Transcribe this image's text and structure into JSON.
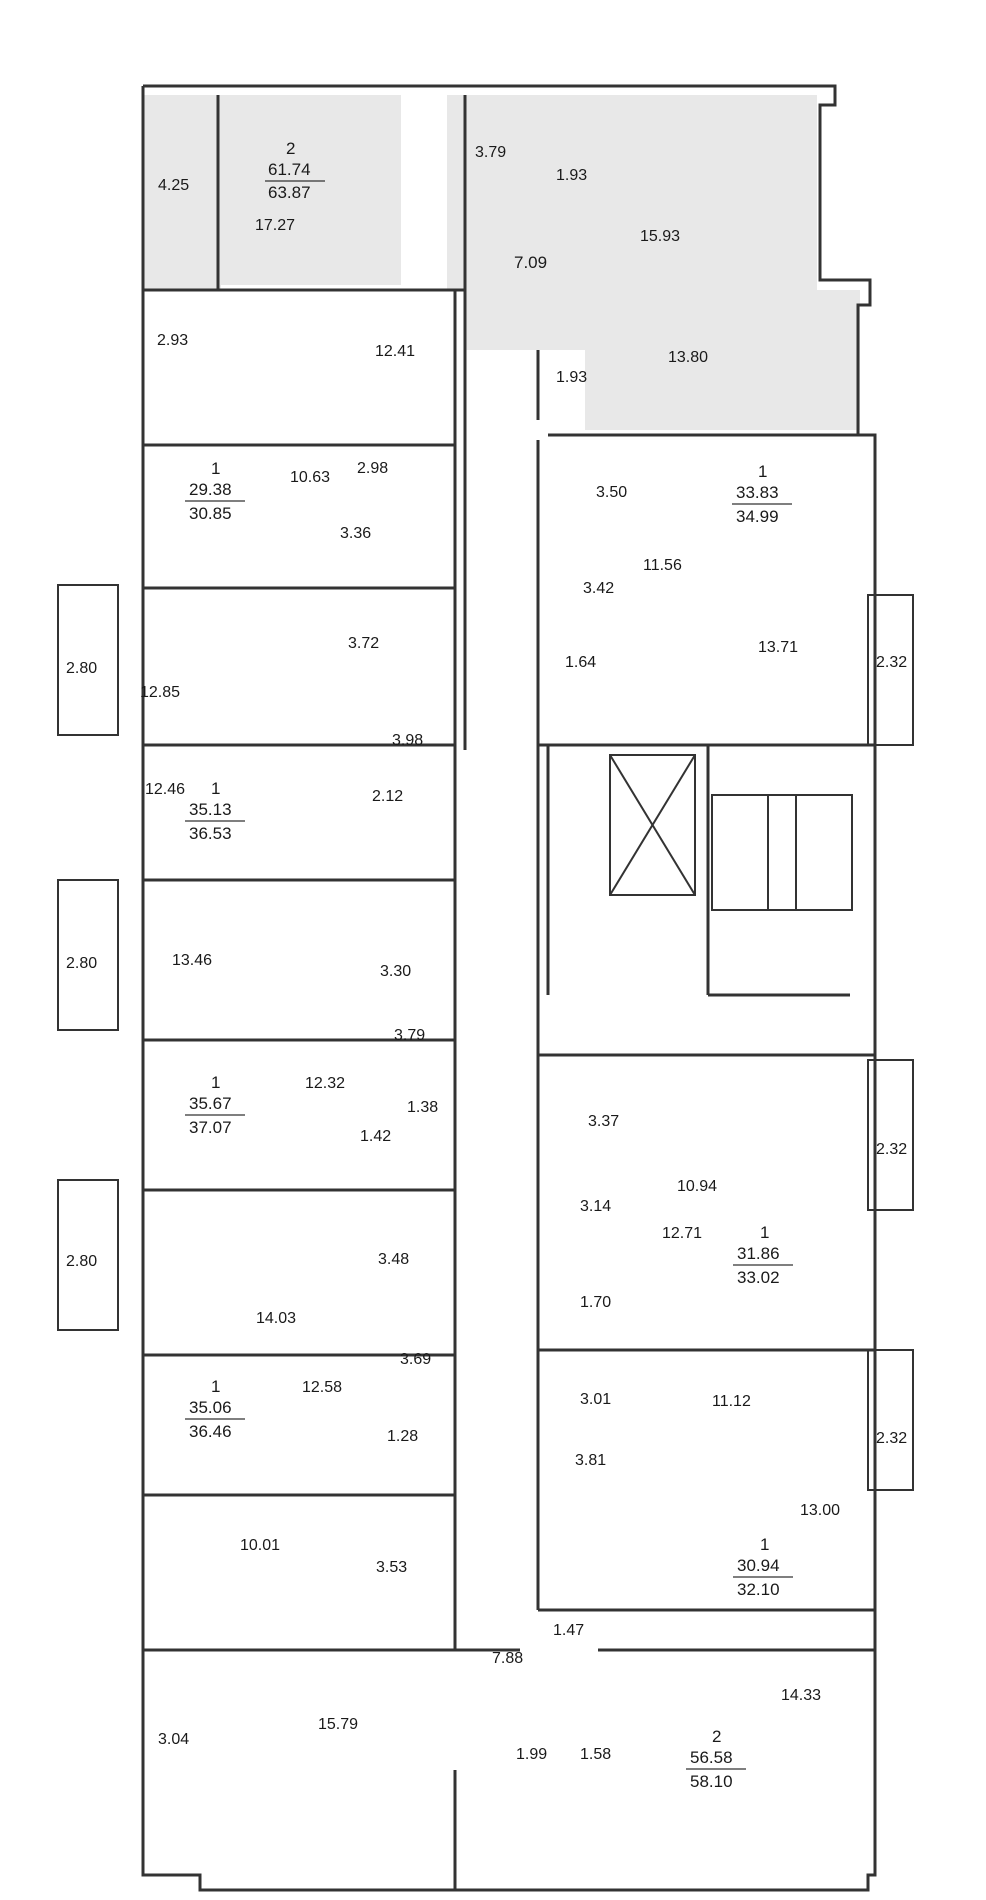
{
  "colors": {
    "highlight": "#e8e8e8",
    "wall": "#333333",
    "background": "#ffffff"
  },
  "apartments": [
    {
      "id": "a1",
      "rooms": "2",
      "living": "61.74",
      "total": "63.87"
    },
    {
      "id": "a2",
      "rooms": "1",
      "living": "29.38",
      "total": "30.85"
    },
    {
      "id": "a3",
      "rooms": "1",
      "living": "33.83",
      "total": "34.99"
    },
    {
      "id": "a4",
      "rooms": "1",
      "living": "35.13",
      "total": "36.53"
    },
    {
      "id": "a5",
      "rooms": "1",
      "living": "35.67",
      "total": "37.07"
    },
    {
      "id": "a6",
      "rooms": "1",
      "living": "31.86",
      "total": "33.02"
    },
    {
      "id": "a7",
      "rooms": "1",
      "living": "35.06",
      "total": "36.46"
    },
    {
      "id": "a8",
      "rooms": "1",
      "living": "30.94",
      "total": "32.10"
    },
    {
      "id": "a9",
      "rooms": "2",
      "living": "56.58",
      "total": "58.10"
    }
  ],
  "areas": [
    "4.25",
    "17.27",
    "3.79",
    "1.93",
    "15.93",
    "7.09",
    "2.93",
    "12.41",
    "1.93",
    "13.80",
    "10.63",
    "2.98",
    "3.36",
    "3.50",
    "11.56",
    "3.42",
    "2.80",
    "12.85",
    "3.72",
    "1.64",
    "13.71",
    "2.32",
    "3.98",
    "12.46",
    "2.12",
    "2.80",
    "13.46",
    "3.30",
    "3.79",
    "12.32",
    "1.42",
    "1.38",
    "3.37",
    "2.32",
    "10.94",
    "3.14",
    "12.71",
    "2.80",
    "3.48",
    "1.70",
    "14.03",
    "3.69",
    "3.01",
    "11.12",
    "2.32",
    "12.58",
    "1.28",
    "3.81",
    "13.00",
    "10.01",
    "3.53",
    "1.47",
    "7.88",
    "14.33",
    "3.04",
    "15.79",
    "1.99",
    "1.58"
  ]
}
